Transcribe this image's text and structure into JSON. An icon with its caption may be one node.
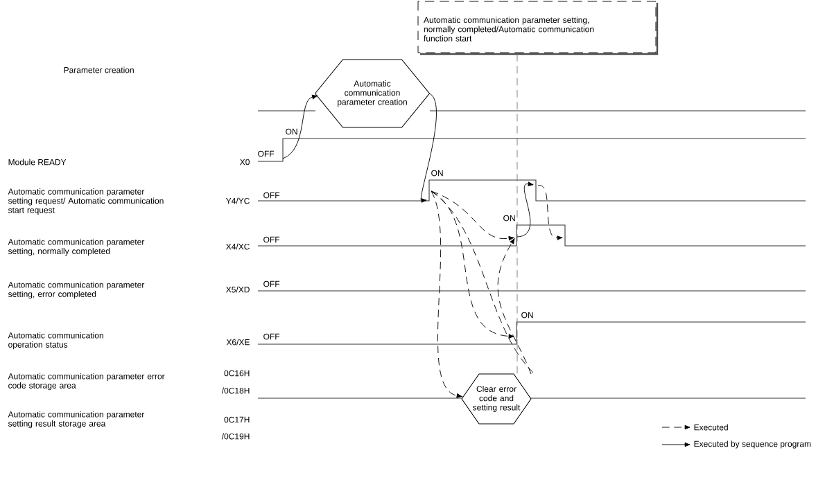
{
  "diagram": {
    "nodes": [
      {
        "text": [
          "Automatic communication parameter setting, normally completed/Automatic communication function start"
        ]
      },
      {
        "text": [
          "Automatic communication parameter creation"
        ]
      },
      {
        "text": [
          "Clear error code and setting result"
        ]
      }
    ],
    "edges": [
      {
        "from": null,
        "to": 1,
        "arrow": "to"
      },
      {
        "from": 1,
        "to": null,
        "arrow": "to"
      },
      {
        "from": null,
        "to": 2,
        "arrow": "to",
        "style": "dashed"
      },
      {
        "from": 2,
        "to": null,
        "arrow": "to",
        "style": "dashed"
      },
      {
        "from": 0,
        "to": 2,
        "arrow": "none",
        "style": "dashed",
        "color": "#777777"
      },
      {
        "from": null,
        "to": 2,
        "arrow": "none",
        "style": "dashed"
      }
    ],
    "labels": [
      "Parameter creation",
      "ON",
      "Module READY",
      "X0",
      "OFF",
      "ON",
      "Automatic communication parameter setting request/ Automatic communication start request",
      "Y4/YC",
      "OFF",
      "ON",
      "Automatic communication parameter setting, normally completed",
      "X4/XC",
      "OFF",
      "Automatic communication parameter setting, error completed",
      "X5/XD",
      "OFF",
      "ON",
      "Automatic communication operation status",
      "X6/XE",
      "OFF",
      "Automatic communication parameter error code storage area",
      "0C16H",
      "/0C18H",
      "Automatic communication parameter setting result storage area",
      "0C17H",
      "/0C19H"
    ],
    "legend": [
      {
        "text": "Executed"
      },
      {
        "text": "Executed by sequence program"
      }
    ]
  }
}
